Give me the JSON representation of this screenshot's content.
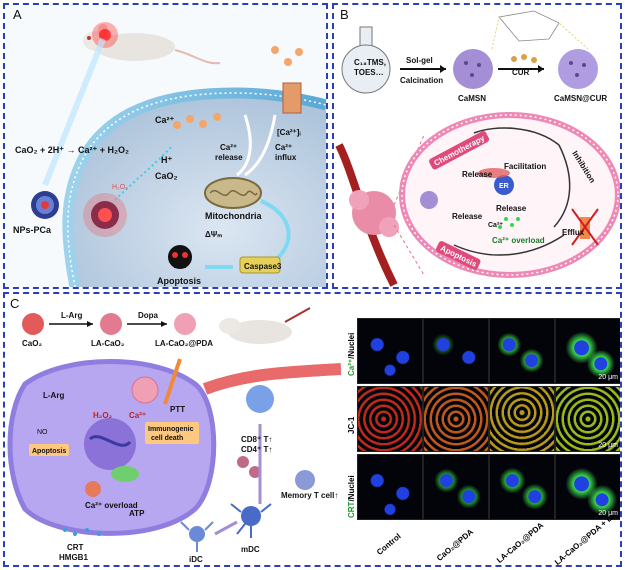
{
  "panelA": {
    "letter": "A",
    "reaction": "CaO₂ + 2H⁺ → Ca²⁺ + H₂O₂",
    "nps": "NPs-PCa",
    "ca2": "Ca²⁺",
    "hplus": "H⁺",
    "cao2": "CaO₂",
    "h2o2": "H₂O₂",
    "ca_release_top": "Ca²⁺",
    "ca_release_bottom": "release",
    "ca_influx_top": "Ca²⁺",
    "ca_influx_bottom": "influx",
    "cai": "[Ca²⁺]ᵢ",
    "mito": "Mitochondria",
    "dpsi": "ΔΨₘ",
    "caspase": "Caspase3",
    "apoptosis": "Apoptosis"
  },
  "panelB": {
    "letter": "B",
    "flask_top": "C₁₈TMS,",
    "flask_bottom": "TOES…",
    "solgel": "Sol-gel",
    "calcination": "Calcination",
    "camsn": "CaMSN",
    "cur": "CUR",
    "camsncur": "CaMSN@CUR",
    "chemo": "Chemotherapy",
    "release1": "Release",
    "facilitation": "Facilitation",
    "inhibition": "Inhibition",
    "er": "ER",
    "release2": "Release",
    "ca2": "Ca²⁺",
    "release3": "Release",
    "overload": "Ca²⁺ overload",
    "efflux": "Efflux",
    "apoptosis": "Apoptosis"
  },
  "panelC": {
    "letter": "C",
    "cao2": "CaO₂",
    "larg_arrow": "L-Arg",
    "dopa": "Dopa",
    "lacao2": "LA-CaO₂",
    "lacao2pda": "LA-CaO₂@PDA",
    "larg": "L-Arg",
    "ptt": "PTT",
    "no": "NO",
    "h2o2": "H₂O₂",
    "ca2": "Ca²⁺",
    "immuno_top": "Immunogenic",
    "immuno_bottom": "cell death",
    "apoptosis": "Apoptosis",
    "overload": "Ca²⁺ overload",
    "cd8": "CD8⁺ T↑",
    "cd4": "CD4⁺ T↑",
    "memory": "Memory T cell↑",
    "crt": "CRT",
    "hmgb1": "HMGB1",
    "atp": "ATP",
    "idc": "iDC",
    "mdc": "mDC",
    "row1_a": "Ca²⁺",
    "row1_b": "/Nuclei",
    "row2": "JC-1",
    "row3_a": "CRT",
    "row3_b": "/Nuclei",
    "cols": [
      "Control",
      "CaO₂@PDA",
      "LA-CaO₂@PDA",
      "LA-CaO₂@PDA + L"
    ],
    "scalebar": "20 μm"
  },
  "colors": {
    "border": "#2b3fb8",
    "membrane": "#9fd3ec",
    "nucleus_blue": "#1f3fd6",
    "green_signal": "#39d64a",
    "red_signal": "#e53a2a",
    "pink": "#ee88b4"
  }
}
